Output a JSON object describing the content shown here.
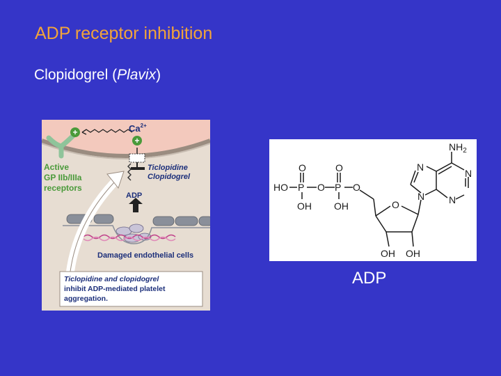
{
  "slide": {
    "title": "ADP receptor inhibition",
    "subtitle_plain": "Clopidogrel (",
    "subtitle_italic": "Plavix",
    "subtitle_end": ")",
    "caption": "ADP"
  },
  "left_figure": {
    "ca_label": "Ca",
    "ca_superscript": "2+",
    "plus_sign": "+",
    "active_receptors_lines": [
      "Active",
      "GP IIb/IIIa",
      "receptors"
    ],
    "drug_lines": [
      "Ticlopidine",
      "Clopidogrel"
    ],
    "adp_label": "ADP",
    "endothelial_label": "Damaged endothelial cells",
    "callout_lines": [
      "Ticlopidine and clopidogrel",
      "inhibit ADP-mediated platelet",
      "aggregation."
    ]
  },
  "structure": {
    "nh2": "NH",
    "nh2_sub": "2",
    "n1": "N",
    "n3": "N",
    "n7": "N",
    "n9": "N",
    "n_ring": "N",
    "ho": "HO",
    "p1": "P",
    "p2": "P",
    "o_bridge1": "O",
    "o_bridge2": "O",
    "o_top1": "O",
    "o_top2": "O",
    "oh1": "OH",
    "oh2": "OH",
    "ring_o": "O",
    "oh3": "OH",
    "oh4": "OH"
  },
  "colors": {
    "background": "#3535c8",
    "title": "#f2a43a",
    "text": "#ffffff",
    "panel_beige": "#e7ddd2",
    "accent_green": "#4a9a3a",
    "accent_navy": "#1c2f7a"
  }
}
